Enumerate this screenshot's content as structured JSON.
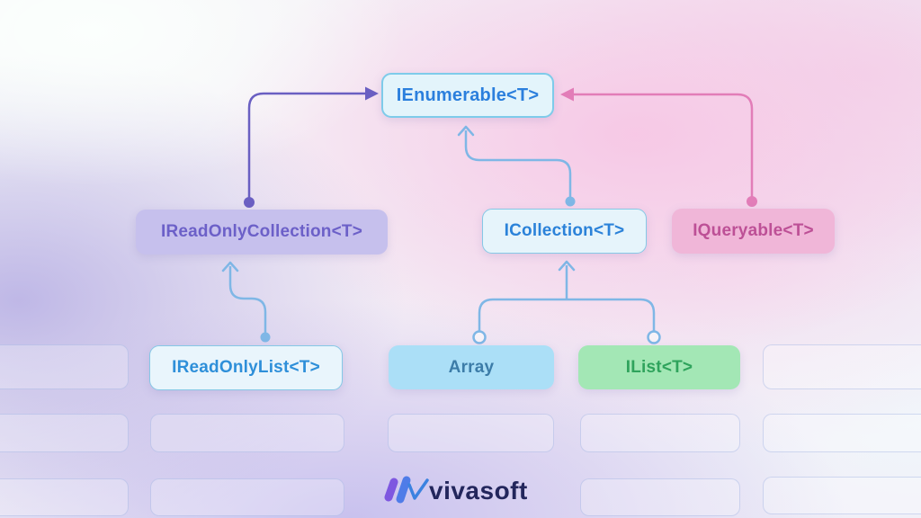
{
  "diagram": {
    "nodes": {
      "ienumerable": {
        "label": "IEnumerable<T>",
        "fill": "#e3f4fb",
        "border": "#7ecbea",
        "text_color": "#2b7fdd"
      },
      "ireadonlycollection": {
        "label": "IReadOnlyCollection<T>",
        "fill": "#c6c0ed",
        "border": "none",
        "text_color": "#6c60c8"
      },
      "icollection": {
        "label": "ICollection<T>",
        "fill": "#e6f4fb",
        "border": "#85c8e6",
        "text_color": "#2b82d9"
      },
      "iqueryable": {
        "label": "IQueryable<T>",
        "fill": "#f0b6d8",
        "border": "none",
        "text_color": "#bd5096"
      },
      "ireadonlylist": {
        "label": "IReadOnlyList<T>",
        "fill": "#e9f5fc",
        "border": "#85c8e6",
        "text_color": "#2e8fd9"
      },
      "array": {
        "label": "Array",
        "fill": "#abdff7",
        "border": "none",
        "text_color": "#3c7ca8"
      },
      "ilist": {
        "label": "IList<T>",
        "fill": "#a3e7b5",
        "border": "none",
        "text_color": "#2fa35c"
      }
    },
    "edges": [
      {
        "from": "ireadonlycollection",
        "to": "ienumerable",
        "color": "#6a5fc2",
        "arrow": "filled"
      },
      {
        "from": "icollection",
        "to": "ienumerable",
        "color": "#7fb7e6",
        "arrow": "open"
      },
      {
        "from": "iqueryable",
        "to": "ienumerable",
        "color": "#e27db8",
        "arrow": "filled"
      },
      {
        "from": "ireadonlylist",
        "to": "ireadonlycollection",
        "color": "#7fb7e6",
        "arrow": "open"
      },
      {
        "from": "array",
        "to": "icollection",
        "color": "#7fb7e6",
        "arrow": "open-circle"
      },
      {
        "from": "ilist",
        "to": "icollection",
        "color": "#7fb7e6",
        "arrow": "open-circle"
      }
    ],
    "edge_colors": {
      "purple": "#6a5fc2",
      "pink": "#e27db8",
      "blue": "#7fb7e6"
    }
  },
  "footer": {
    "brand": "vivasoft",
    "brand_text_color": "#23265c",
    "mark_purple": "#7e57e0",
    "mark_blue": "#4f7ce8",
    "mark_check_blue": "#3b82e0"
  }
}
